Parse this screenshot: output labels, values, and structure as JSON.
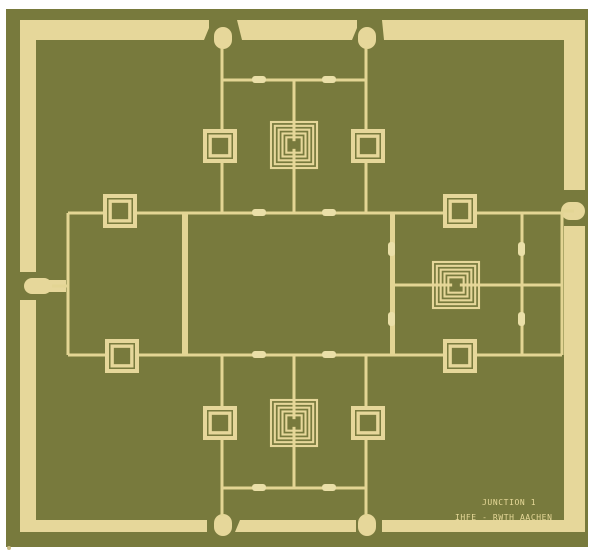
{
  "image": {
    "kind": "microscope-photo-of-ic-chip",
    "colors": {
      "border_white": "#ffffff",
      "substrate": "#7a7c3c",
      "substrate_dark": "#6e7033",
      "metal": "#e6d79a",
      "metal_shadow": "#c8b86f"
    }
  },
  "label": {
    "line1": "JUNCTION 1",
    "line2": "IHFE - RWTH AACHEN"
  }
}
